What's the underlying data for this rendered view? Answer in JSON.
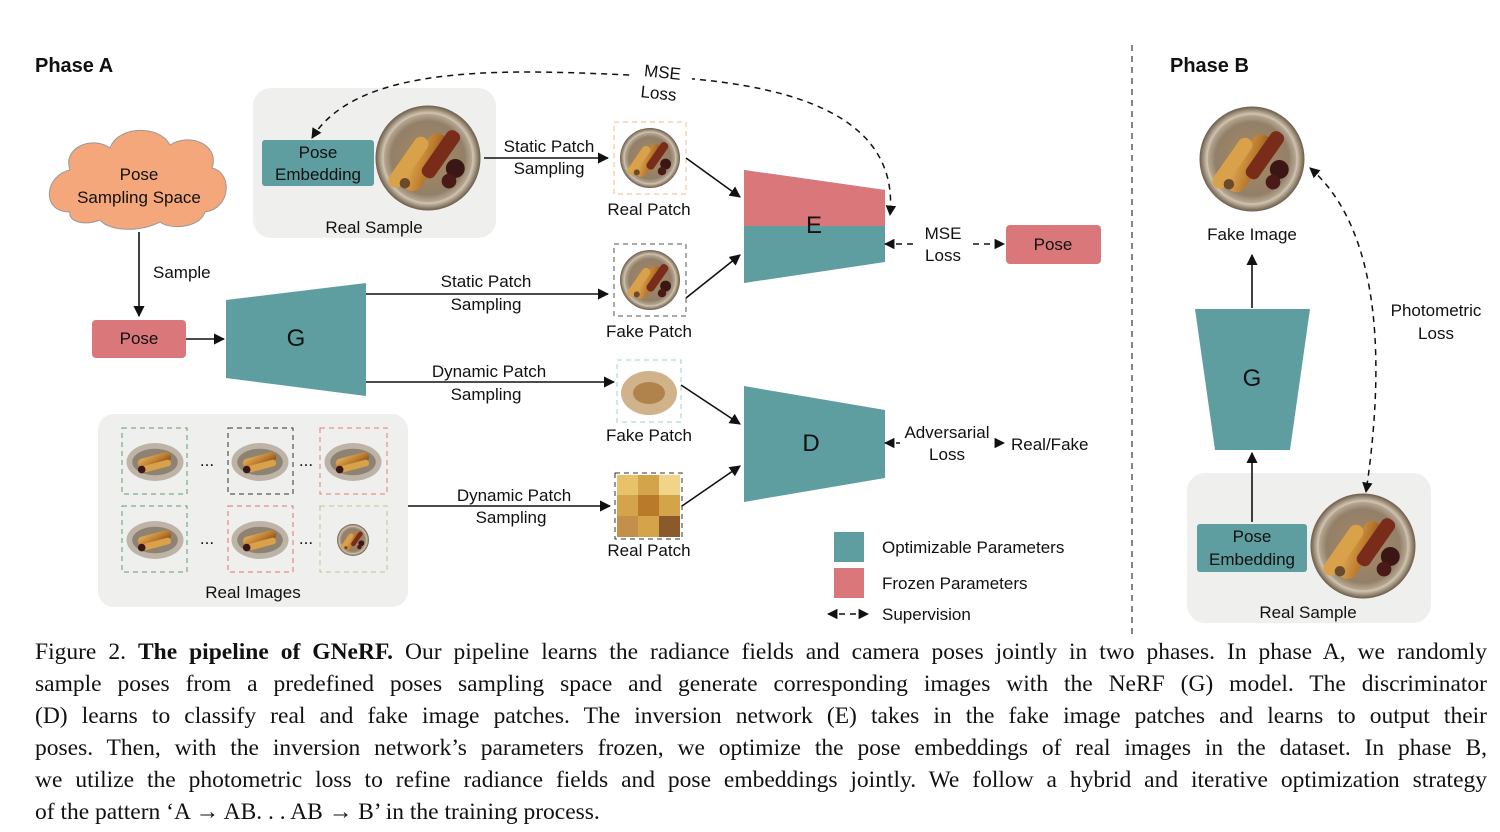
{
  "phase_a": {
    "title": "Phase A",
    "pose_sampling_space": [
      "Pose",
      "Sampling Space"
    ],
    "sample_label": "Sample",
    "pose_label": "Pose",
    "generator_label": "G",
    "real_sample_label": "Real Sample",
    "pose_embedding": [
      "Pose",
      "Embedding"
    ],
    "mse_loss_top": [
      "MSE",
      "Loss"
    ],
    "static_patch_sampling": [
      "Static Patch",
      "Sampling"
    ],
    "dynamic_patch_sampling": [
      "Dynamic Patch",
      "Sampling"
    ],
    "real_patch_label": "Real Patch",
    "fake_patch_label": "Fake Patch",
    "encoder_label": "E",
    "discriminator_label": "D",
    "mse_loss_right": [
      "MSE",
      "Loss"
    ],
    "pose_output": "Pose",
    "adversarial_loss": [
      "Adversarial",
      "Loss"
    ],
    "real_fake_label": "Real/Fake",
    "real_images_label": "Real Images",
    "ellipsis": "...",
    "legend": {
      "optimizable": "Optimizable Parameters",
      "frozen": "Frozen Parameters",
      "supervision": "Supervision"
    }
  },
  "phase_b": {
    "title": "Phase B",
    "fake_image_label": "Fake Image",
    "generator_label": "G",
    "photometric_loss": [
      "Photometric",
      "Loss"
    ],
    "pose_embedding": [
      "Pose",
      "Embedding"
    ],
    "real_sample_label": "Real Sample"
  },
  "colors": {
    "optimizable": "#5e9ea0",
    "frozen": "#d9777a",
    "cloud": "#f4a77a",
    "panel": "#efefed"
  },
  "caption": {
    "figure_label": "Figure 2.",
    "bold_title": "The pipeline of GNeRF.",
    "line1_rest": "Our pipeline learns the radiance fields and camera poses jointly in two phases. In phase A, we randomly",
    "line2": "sample poses from a predefined poses sampling space and generate corresponding images with the NeRF (G) model.  The discriminator",
    "line3": "(D) learns to classify real and fake image patches.  The inversion network (E) takes in the fake image patches and learns to output their",
    "line4": "poses. Then, with the inversion network’s parameters frozen, we optimize the pose embeddings of real images in the dataset. In phase B,",
    "line5": "we utilize the photometric loss to refine radiance fields and pose embeddings jointly. We follow a hybrid and iterative optimization strategy",
    "line6": "of the pattern ‘A → AB. . . AB → B’ in the training process."
  }
}
